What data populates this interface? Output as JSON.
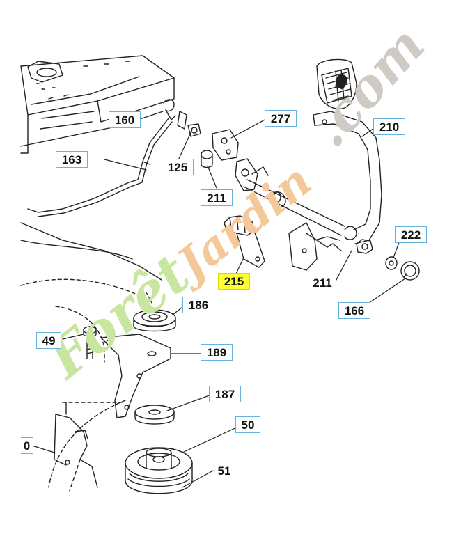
{
  "callouts": [
    {
      "id": "160",
      "text": "160"
    },
    {
      "id": "163",
      "text": "163"
    },
    {
      "id": "125",
      "text": "125"
    },
    {
      "id": "277",
      "text": "277"
    },
    {
      "id": "211a",
      "text": "211"
    },
    {
      "id": "210",
      "text": "210"
    },
    {
      "id": "215",
      "text": "215",
      "highlight": true
    },
    {
      "id": "211b",
      "text": "211"
    },
    {
      "id": "222",
      "text": "222"
    },
    {
      "id": "166",
      "text": "166"
    },
    {
      "id": "186",
      "text": "186"
    },
    {
      "id": "49",
      "text": "49"
    },
    {
      "id": "189",
      "text": "189"
    },
    {
      "id": "187",
      "text": "187"
    },
    {
      "id": "50",
      "text": "50"
    },
    {
      "id": "51",
      "text": "51"
    },
    {
      "id": "0",
      "text": "0"
    }
  ],
  "watermark": {
    "part1": "Forêt",
    "part2": "Jardin",
    "part3": ".com",
    "color1": "#c8e6a0",
    "color2": "#f5c89a",
    "color3": "#cfcac4"
  },
  "colors": {
    "line": "#222222",
    "callout_border": "#66b3dd",
    "highlight": "#ffff33"
  }
}
